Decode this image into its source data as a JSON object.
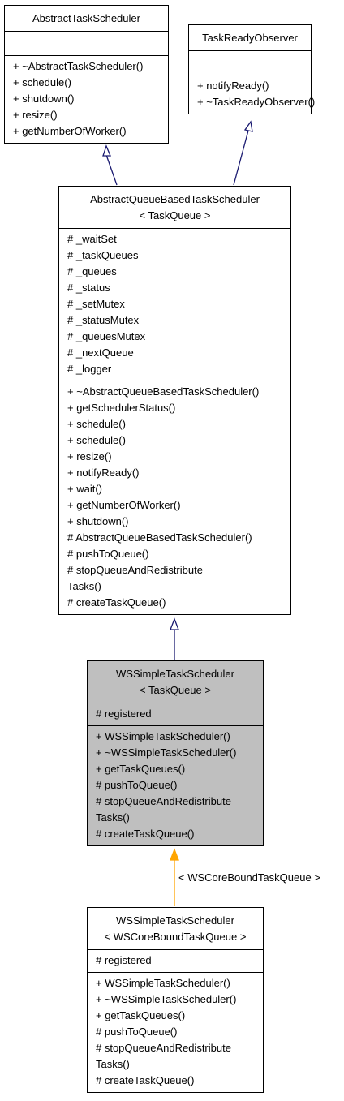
{
  "classes": {
    "abstract_task_scheduler": {
      "title": [
        "AbstractTaskScheduler"
      ],
      "attributes": [],
      "methods": [
        "+ ~AbstractTaskScheduler()",
        "+ schedule()",
        "+ shutdown()",
        "+ resize()",
        "+ getNumberOfWorker()"
      ]
    },
    "task_ready_observer": {
      "title": [
        "TaskReadyObserver"
      ],
      "attributes": [],
      "methods": [
        "+ notifyReady()",
        "+ ~TaskReadyObserver()"
      ]
    },
    "abstract_queue_based": {
      "title": [
        "AbstractQueueBasedTaskScheduler",
        "< TaskQueue >"
      ],
      "attributes": [
        "# _waitSet",
        "# _taskQueues",
        "# _queues",
        "# _status",
        "# _setMutex",
        "# _statusMutex",
        "# _queuesMutex",
        "# _nextQueue",
        "# _logger"
      ],
      "methods": [
        "+ ~AbstractQueueBasedTaskScheduler()",
        "+ getSchedulerStatus()",
        "+ schedule()",
        "+ schedule()",
        "+ resize()",
        "+ notifyReady()",
        "+ wait()",
        "+ getNumberOfWorker()",
        "+ shutdown()",
        "# AbstractQueueBasedTaskScheduler()",
        "# pushToQueue()",
        "# stopQueueAndRedistribute",
        "Tasks()",
        "# createTaskQueue()"
      ]
    },
    "ws_simple_task_queue": {
      "title": [
        "WSSimpleTaskScheduler",
        "< TaskQueue >"
      ],
      "attributes": [
        "# registered"
      ],
      "methods": [
        "+ WSSimpleTaskScheduler()",
        "+ ~WSSimpleTaskScheduler()",
        "+ getTaskQueues()",
        "# pushToQueue()",
        "# stopQueueAndRedistribute",
        "Tasks()",
        "# createTaskQueue()"
      ]
    },
    "ws_simple_core_bound": {
      "title": [
        "WSSimpleTaskScheduler",
        "< WSCoreBoundTaskQueue >"
      ],
      "attributes": [
        "# registered"
      ],
      "methods": [
        "+ WSSimpleTaskScheduler()",
        "+ ~WSSimpleTaskScheduler()",
        "+ getTaskQueues()",
        "# pushToQueue()",
        "# stopQueueAndRedistribute",
        "Tasks()",
        "# createTaskQueue()"
      ]
    }
  },
  "edges": {
    "template_label": "< WSCoreBoundTaskQueue >"
  },
  "colors": {
    "inheritance": "#191970",
    "template_instance": "#ffa500",
    "highlight_fill": "#bfbfbf"
  }
}
